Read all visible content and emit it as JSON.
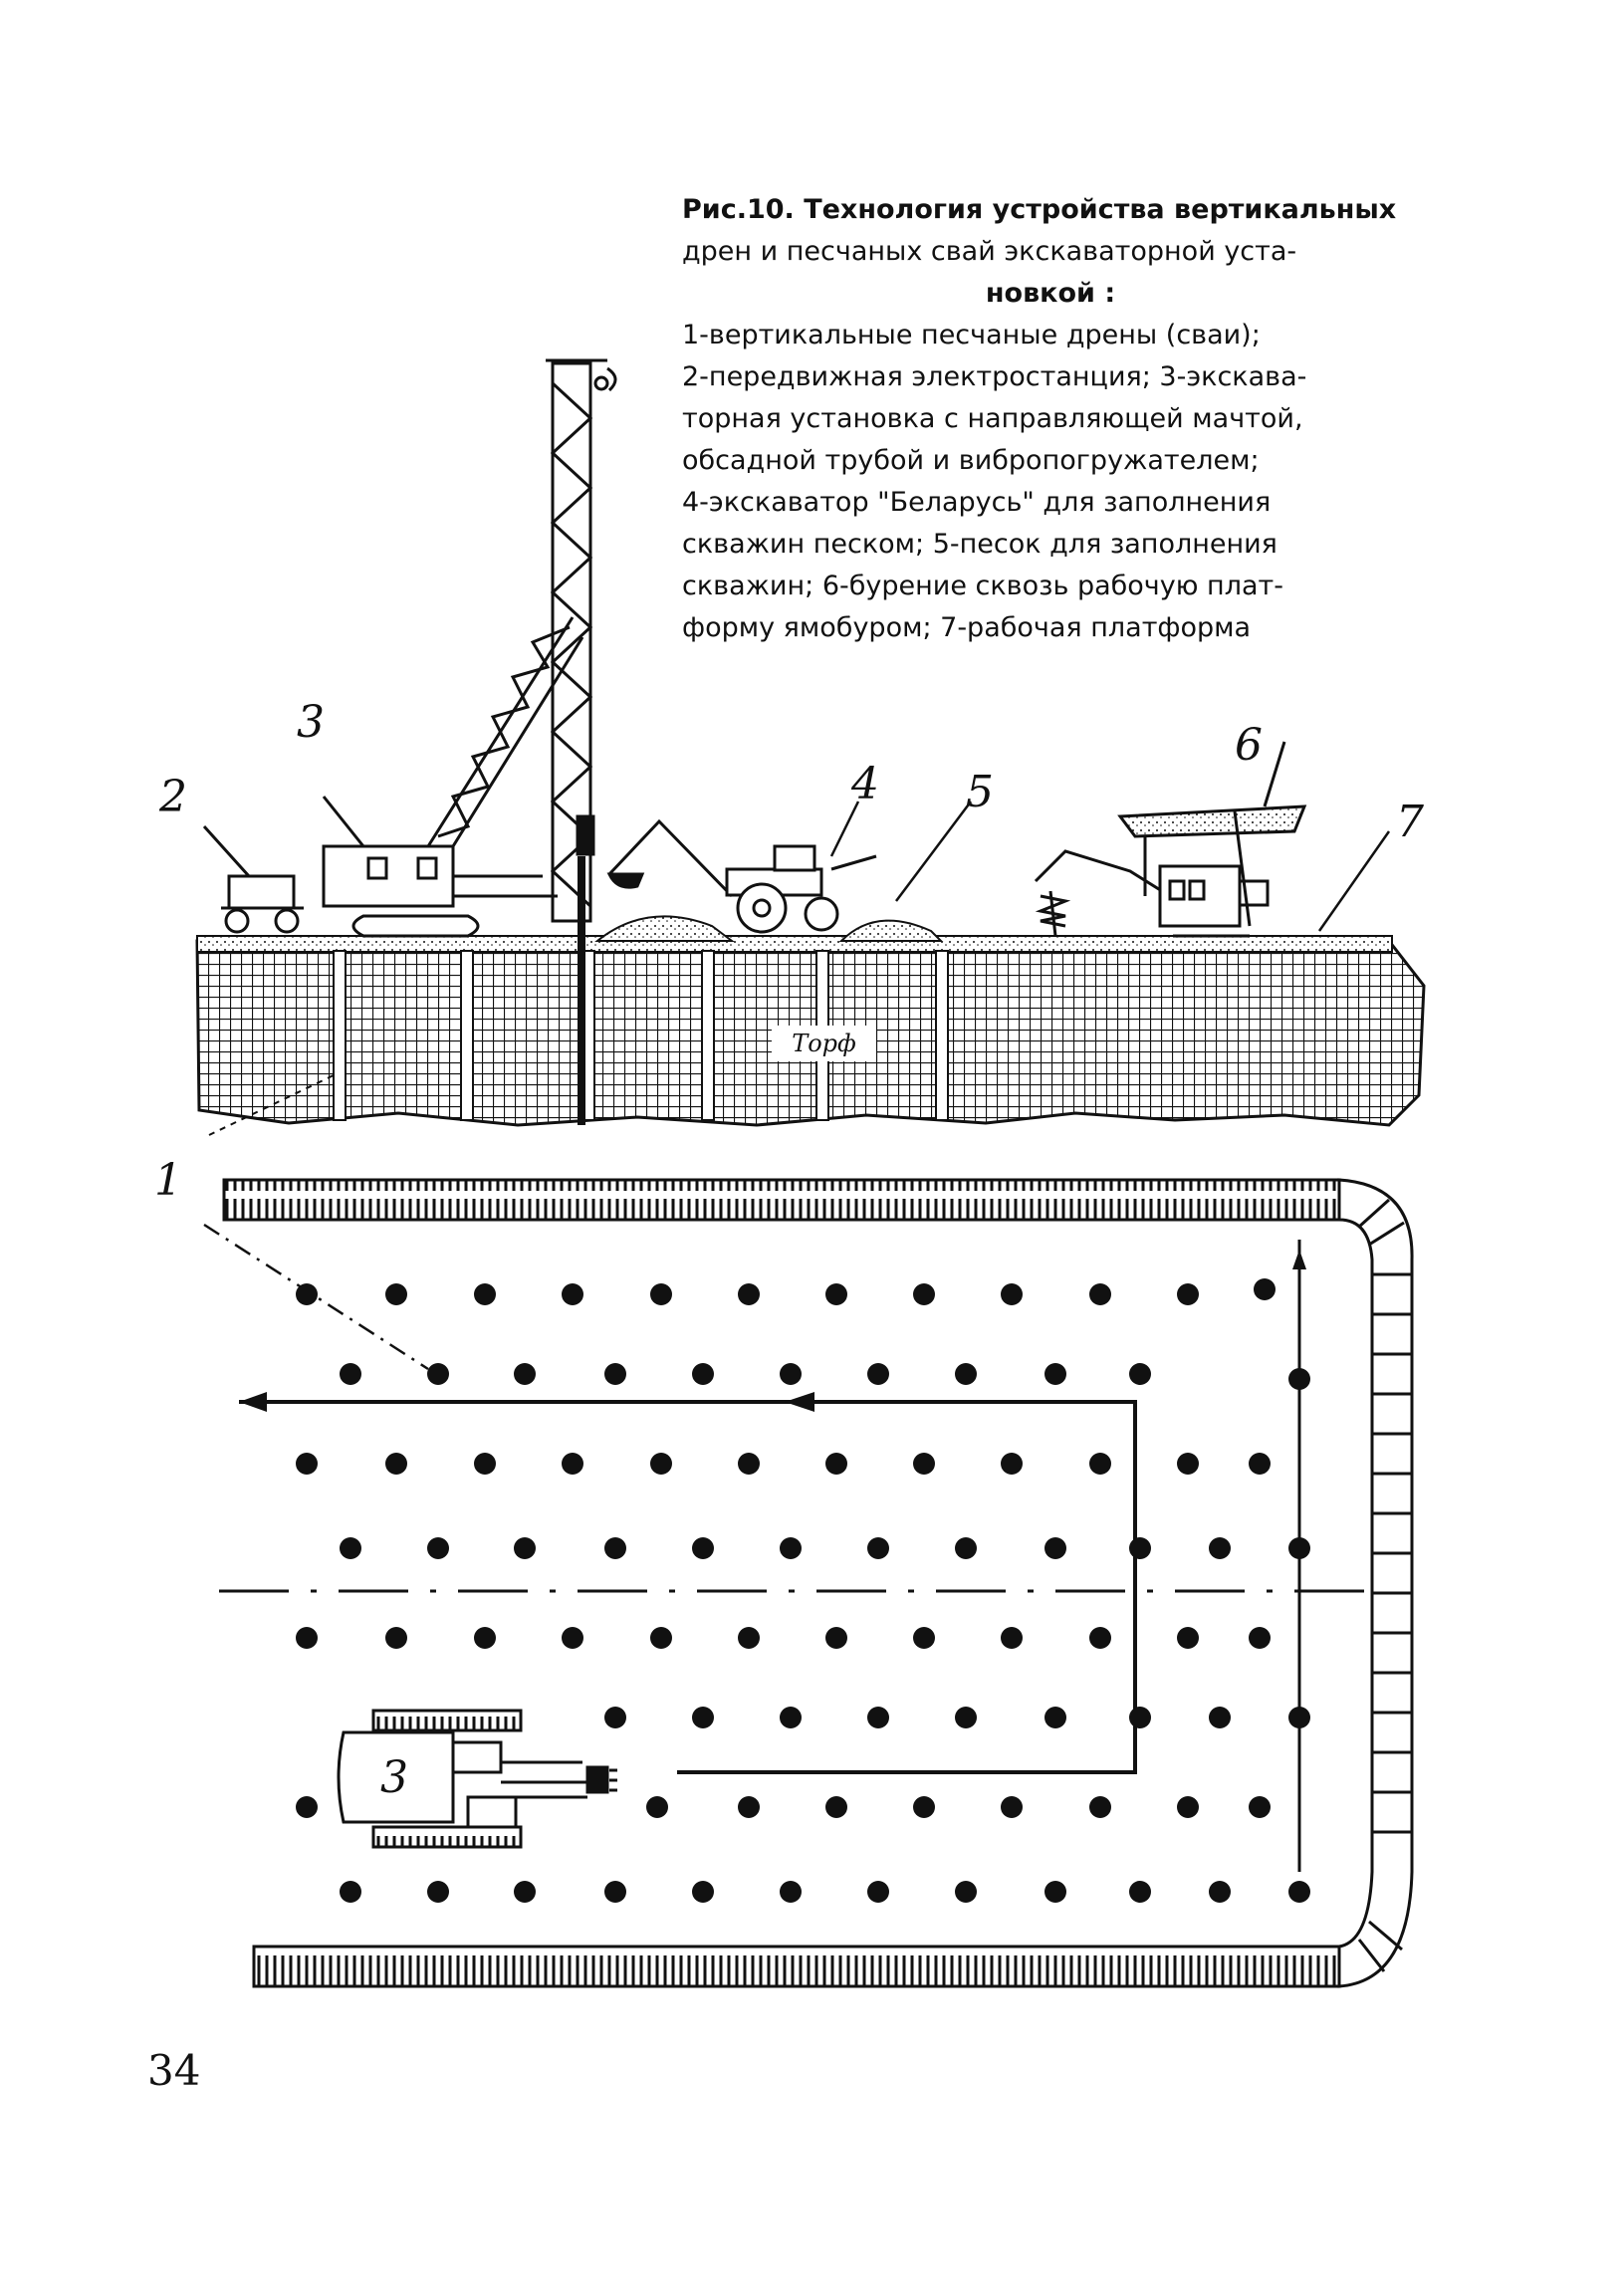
{
  "caption": {
    "lines": [
      "Рис.10. Технология устройства вертикальных",
      "дрен и песчаных свай экскаваторной уста-",
      "новкой :",
      "1-вертикальные песчаные дрены (сваи);",
      "2-передвижная электростанция; 3-экскава-",
      "торная установка с направляющей мачтой,",
      "обсадной трубой и вибропогружателем;",
      "4-экскаватор \"Беларусь\" для заполнения",
      "скважин песком; 5-песок для заполнения",
      "скважин; 6-бурение сквозь рабочую плат-",
      "форму ямобуром; 7-рабочая платформа"
    ]
  },
  "callouts": {
    "c1": "1",
    "c2": "2",
    "c3_side": "3",
    "c4": "4",
    "c5": "5",
    "c6": "6",
    "c7": "7",
    "c3_plan": "3"
  },
  "peat_label": "Торф",
  "page_number": "34"
}
